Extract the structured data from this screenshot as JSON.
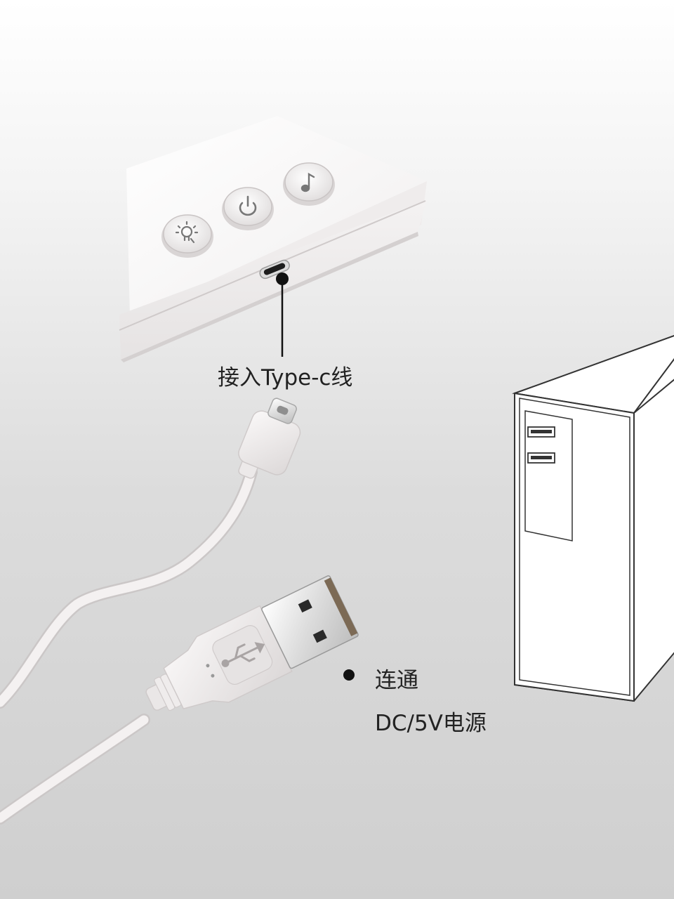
{
  "labels": {
    "typec": "接入Type-c线",
    "connect": "连通",
    "power": "DC/5V电源"
  },
  "colors": {
    "background_top": "#ffffff",
    "background_bottom": "#cfcfcf",
    "device_body": "#f6f4f4",
    "cable": "#f1eeee",
    "annotation": "#111111"
  },
  "icons": [
    "light-bulb-icon",
    "power-icon",
    "music-note-icon",
    "usb-symbol-icon"
  ]
}
